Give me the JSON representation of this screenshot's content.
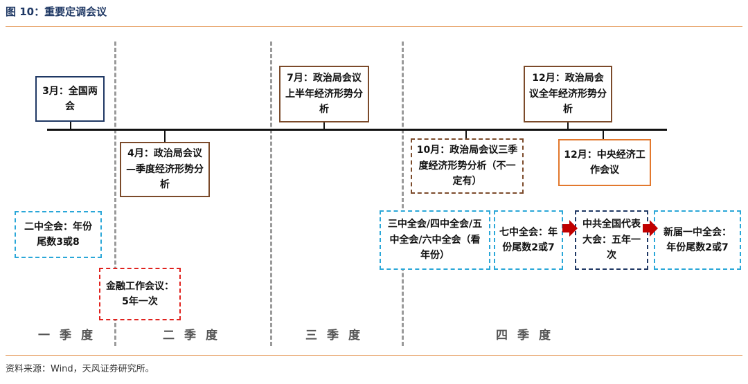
{
  "header": {
    "title": "图 10：重要定调会议"
  },
  "source": "资料来源：Wind，天风证券研究所。",
  "quarters": [
    "一季度",
    "二季度",
    "三季度",
    "四季度"
  ],
  "meetings": {
    "npc_march": "3月：全国两会",
    "politburo_april": "4月：政治局会议—季度经济形势分析",
    "politburo_july": "7月：政治局会议上半年经济形势分析",
    "politburo_october": "10月：政治局会议三季度经济形势分析（不一定有）",
    "politburo_december": "12月：政治局会议全年经济形势分析",
    "cewc_december": "12月：中央经济工作会议",
    "second_plenum": "二中全会：年份尾数3或8",
    "finance_conference": "金融工作会议：5年一次",
    "plenums_3_4_5_6": "三中全会/四中全会/五中全会/六中全会（看年份）",
    "seventh_plenum": "七中全会：年份尾数2或7",
    "party_congress": "中共全国代表大会：五年一次",
    "new_first_plenum": "新届一中全会：年份尾数2或7"
  },
  "colors": {
    "navy": "#1f3864",
    "brown": "#7b4a2a",
    "orange": "#e2782d",
    "cyan": "#2aa7d8",
    "red": "#e0211d",
    "arrow_red": "#c00000"
  }
}
